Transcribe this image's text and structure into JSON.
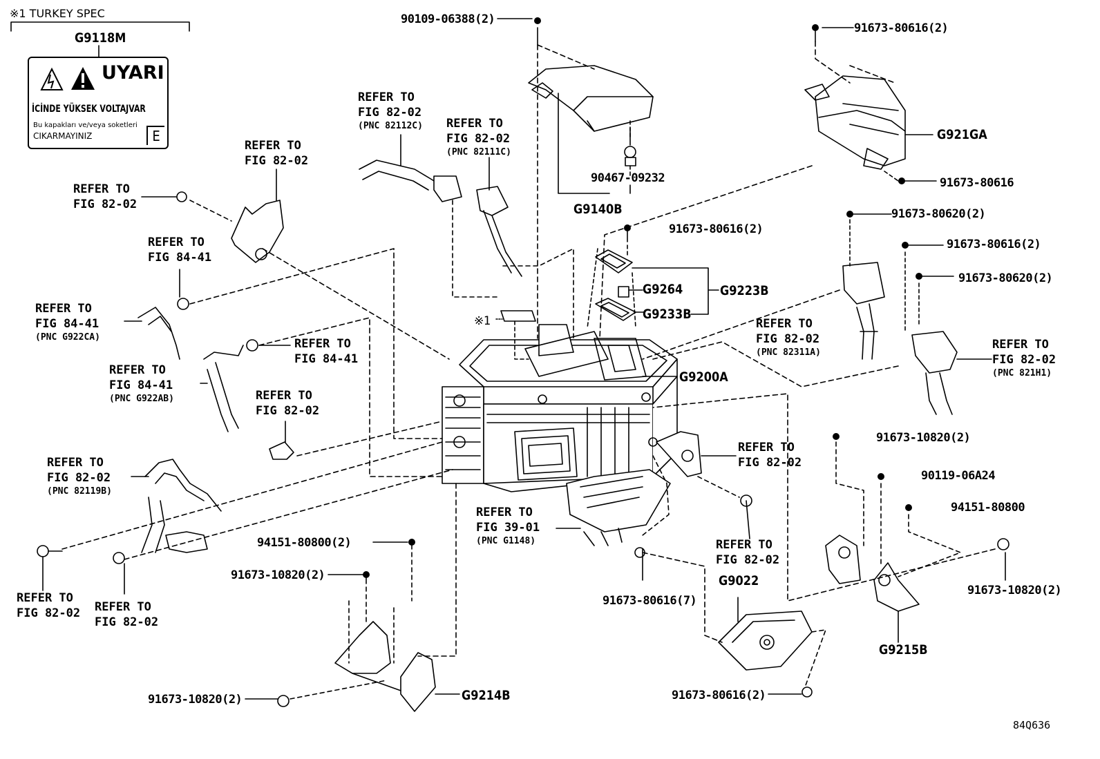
{
  "turkey_spec": "※1 TURKEY SPEC",
  "warning_label": {
    "part": "G9118M",
    "title": "UYARI",
    "line1": "İCİNDE YÜKSEK VOLTAJVAR",
    "line2": "Bu kapakları ve/veya soketleri",
    "line3": "CIKARMAYINIZ",
    "letter": "E"
  },
  "diagram_code": "84Q636",
  "parts": {
    "p90109": "90109-06388(2)",
    "p91673_616_2_top": "91673-80616(2)",
    "g921ga": "G921GA",
    "p91673_616_right": "91673-80616",
    "p90467": "90467-09232",
    "g9140b": "G9140B",
    "p91673_616_2_mid": "91673-80616(2)",
    "g9264": "G9264",
    "g9223b": "G9223B",
    "g9233b": "G9233B",
    "p91673_620_2_a": "91673-80620(2)",
    "p91673_616_2_b": "91673-80616(2)",
    "p91673_620_2_b": "91673-80620(2)",
    "star1": "※1",
    "g9200a": "G9200A",
    "p91673_10820_2_a": "91673-10820(2)",
    "p90119": "90119-06A24",
    "p94151_r": "94151-80800",
    "p94151_l": "94151-80800(2)",
    "p91673_10820_2_b": "91673-10820(2)",
    "p91673_616_7": "91673-80616(7)",
    "g9022": "G9022",
    "p91673_10820_2_r": "91673-10820(2)",
    "g9215b": "G9215B",
    "p91673_10820_2_c": "91673-10820(2)",
    "g9214b": "G9214B",
    "p91673_616_2_bot": "91673-80616(2)"
  },
  "refs": {
    "r1": {
      "l1": "REFER TO",
      "l2": "FIG 82-02",
      "pnc": "(PNC 82112C)"
    },
    "r2": {
      "l1": "REFER TO",
      "l2": "FIG 82-02",
      "pnc": "(PNC 82111C)"
    },
    "r3": {
      "l1": "REFER TO",
      "l2": "FIG 82-02"
    },
    "r4": {
      "l1": "REFER TO",
      "l2": "FIG 82-02"
    },
    "r5": {
      "l1": "REFER TO",
      "l2": "FIG 84-41"
    },
    "r6": {
      "l1": "REFER TO",
      "l2": "FIG 84-41",
      "pnc": "(PNC G922CA)"
    },
    "r7": {
      "l1": "REFER TO",
      "l2": "FIG 84-41"
    },
    "r8": {
      "l1": "REFER TO",
      "l2": "FIG 84-41",
      "pnc": "(PNC G922AB)"
    },
    "r9": {
      "l1": "REFER TO",
      "l2": "FIG 82-02"
    },
    "r10": {
      "l1": "REFER TO",
      "l2": "FIG 82-02",
      "pnc": "(PNC 82119B)"
    },
    "r11": {
      "l1": "REFER TO",
      "l2": "FIG 82-02"
    },
    "r12": {
      "l1": "REFER TO",
      "l2": "FIG 82-02"
    },
    "r13": {
      "l1": "REFER TO",
      "l2": "FIG 82-02",
      "pnc": "(PNC 82311A)"
    },
    "r14": {
      "l1": "REFER TO",
      "l2": "FIG 82-02",
      "pnc": "(PNC 821H1)"
    },
    "r15": {
      "l1": "REFER TO",
      "l2": "FIG 82-02"
    },
    "r16": {
      "l1": "REFER TO",
      "l2": "FIG 39-01",
      "pnc": "(PNC G1148)"
    },
    "r17": {
      "l1": "REFER TO",
      "l2": "FIG 82-02"
    }
  }
}
